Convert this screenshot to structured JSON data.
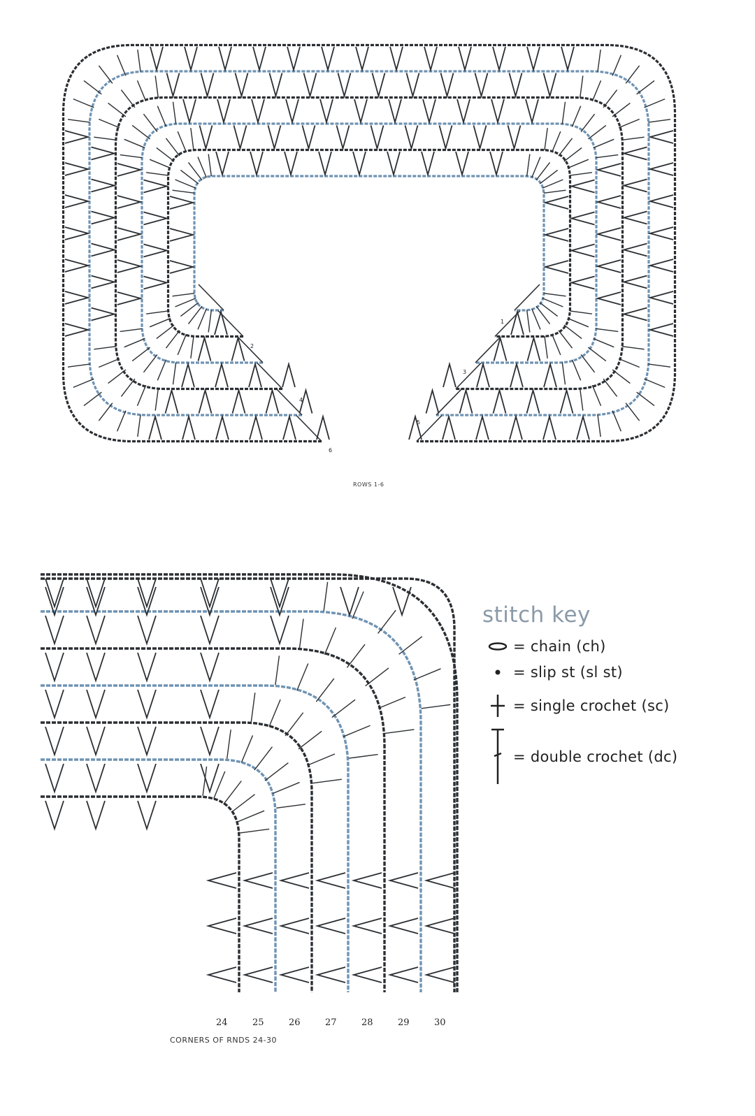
{
  "top": {
    "caption": "ROWS 1-6",
    "row_labels": [
      "1",
      "2",
      "3",
      "4",
      "5",
      "6"
    ]
  },
  "bottom": {
    "caption": "CORNERS OF RNDS 24-30",
    "round_labels": [
      "24",
      "25",
      "26",
      "27",
      "28",
      "29",
      "30"
    ]
  },
  "stitch_key": {
    "title": "stitch key",
    "items": [
      {
        "symbol": "chain-icon",
        "label": "= chain (ch)"
      },
      {
        "symbol": "slip-stitch-icon",
        "label": "= slip st (sl st)"
      },
      {
        "symbol": "single-crochet-icon",
        "label": "= single crochet (sc)"
      },
      {
        "symbol": "double-crochet-icon",
        "label": "= double crochet (dc)"
      }
    ]
  },
  "colors": {
    "ink": "#2b2f33",
    "blue": "#6f93b3",
    "key_title": "#8a9aa8"
  }
}
